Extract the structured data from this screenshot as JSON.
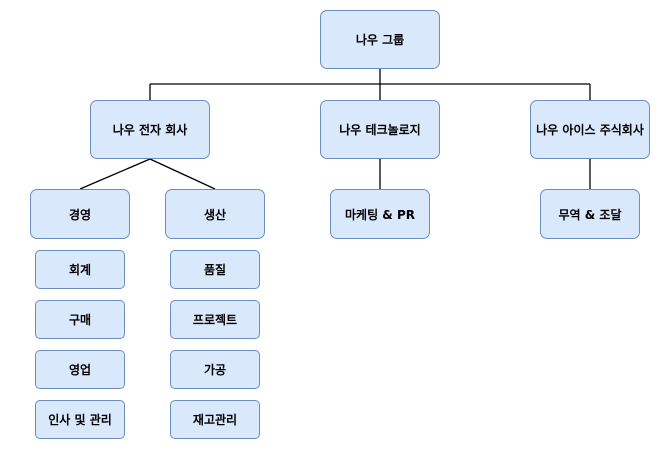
{
  "org_chart": {
    "root": "나우 그룹",
    "companies": [
      {
        "label": "나우 전자 회사",
        "departments": [
          {
            "label": "경영",
            "teams": [
              "회계",
              "구매",
              "영업",
              "인사 및 관리"
            ]
          },
          {
            "label": "생산",
            "teams": [
              "품질",
              "프로젝트",
              "가공",
              "재고관리"
            ]
          }
        ]
      },
      {
        "label": "나우 테크놀로지",
        "departments": [
          {
            "label": "마케팅 & PR",
            "teams": []
          }
        ]
      },
      {
        "label": "나우 아이스 주식회사",
        "departments": [
          {
            "label": "무역 & 조달",
            "teams": []
          }
        ]
      }
    ]
  },
  "colors": {
    "box_fill": "#dae8fc",
    "box_border": "#6c8ebf",
    "connector": "#000000"
  }
}
